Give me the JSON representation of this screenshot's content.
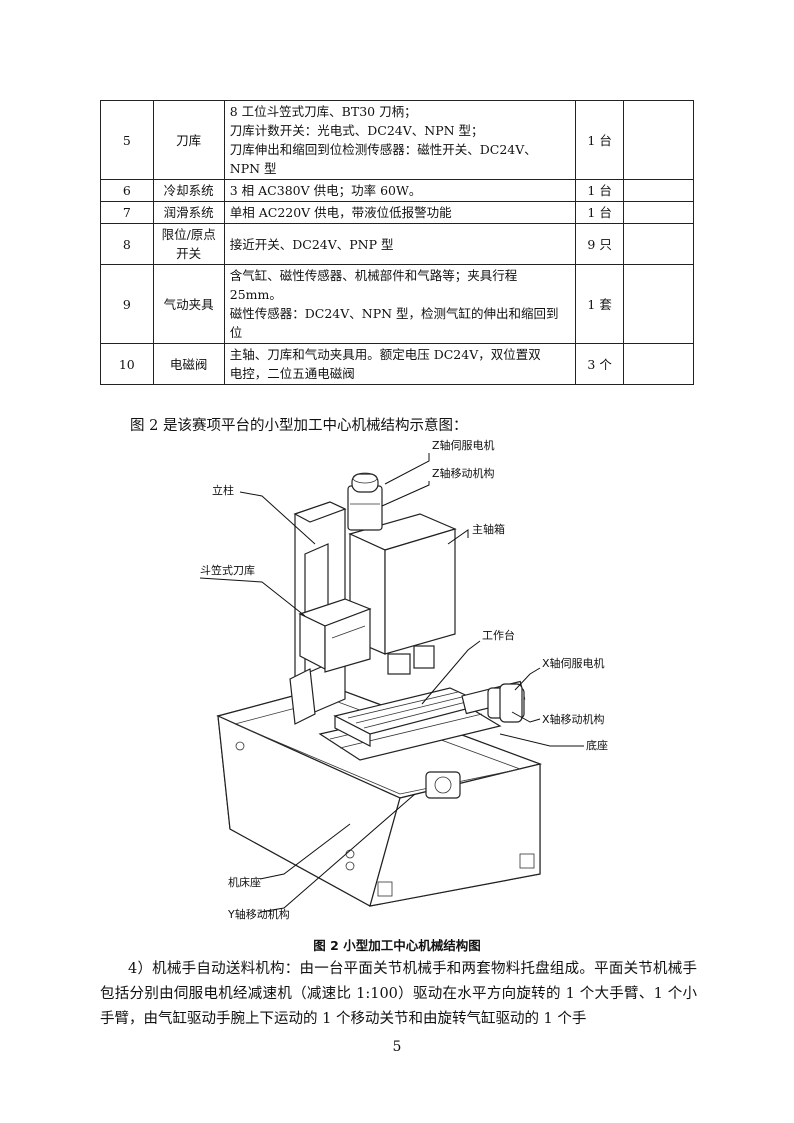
{
  "table": {
    "rows": [
      {
        "no": "5",
        "name": "刀库",
        "desc": [
          "8 工位斗笠式刀库、BT30 刀柄；",
          "刀库计数开关：光电式、DC24V、NPN 型；",
          "刀库伸出和缩回到位检测传感器：磁性开关、DC24V、",
          "NPN 型"
        ],
        "qty": "1 台",
        "note": ""
      },
      {
        "no": "6",
        "name": "冷却系统",
        "desc": [
          "3 相 AC380V 供电；功率 60W。"
        ],
        "qty": "1 台",
        "note": ""
      },
      {
        "no": "7",
        "name": "润滑系统",
        "desc": [
          "单相 AC220V 供电，带液位低报警功能"
        ],
        "qty": "1 台",
        "note": ""
      },
      {
        "no": "8",
        "name": "限位/原点开关",
        "desc": [
          "接近开关、DC24V、PNP 型"
        ],
        "qty": "9 只",
        "note": ""
      },
      {
        "no": "9",
        "name": "气动夹具",
        "desc": [
          "含气缸、磁性传感器、机械部件和气路等；夹具行程",
          "25mm。",
          "磁性传感器：DC24V、NPN 型，检测气缸的伸出和缩回到",
          "位"
        ],
        "qty": "1 套",
        "note": ""
      },
      {
        "no": "10",
        "name": "电磁阀",
        "desc": [
          "主轴、刀库和气动夹具用。额定电压 DC24V，双位置双",
          "电控，二位五通电磁阀"
        ],
        "qty": "3 个",
        "note": ""
      }
    ]
  },
  "intro": "图 2 是该赛项平台的小型加工中心机械结构示意图：",
  "figure": {
    "labels": {
      "z_servo": "Z轴伺服电机",
      "z_move": "Z轴移动机构",
      "column": "立柱",
      "spindle_box": "主轴箱",
      "tool_magazine": "斗笠式刀库",
      "worktable": "工作台",
      "x_servo": "X轴伺服电机",
      "x_move": "X轴移动机构",
      "base": "底座",
      "bed": "机床座",
      "y_move": "Y轴移动机构"
    }
  },
  "caption": "图 2 小型加工中心机械结构图",
  "paragraph": "4）机械手自动送料机构：由一台平面关节机械手和两套物料托盘组成。平面关节机械手包括分别由伺服电机经减速机（减速比 1:100）驱动在水平方向旋转的 1 个大手臂、1 个小手臂，由气缸驱动手腕上下运动的 1 个移动关节和由旋转气缸驱动的 1 个手",
  "page_number": "5"
}
